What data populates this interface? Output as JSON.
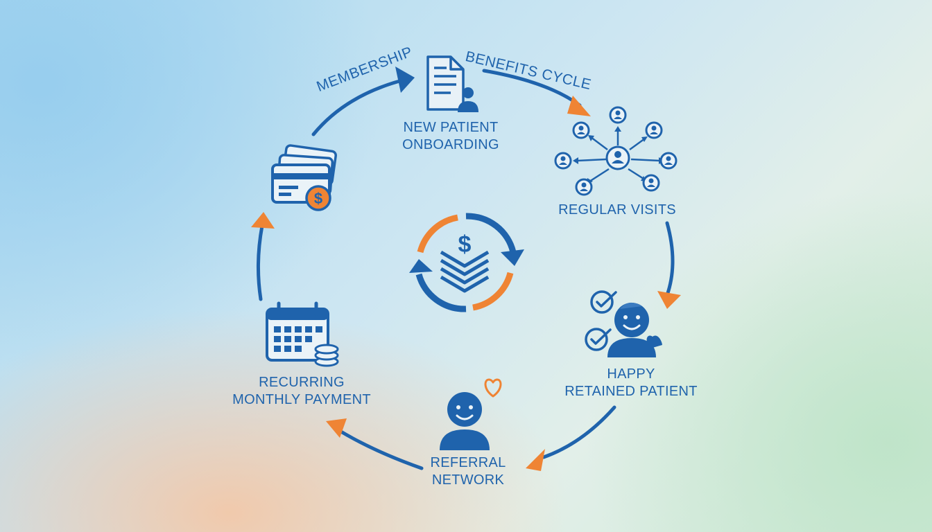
{
  "cycle": {
    "title_left": "MEMBERSHIP",
    "title_right": "BENEFITS CYCLE",
    "steps": [
      {
        "id": "onboarding",
        "lines": [
          "NEW PATIENT",
          "ONBOARDING"
        ],
        "icon": "document-patient-icon"
      },
      {
        "id": "visits",
        "lines": [
          "REGULAR VISITS"
        ],
        "icon": "patient-network-icon"
      },
      {
        "id": "happy",
        "lines": [
          "HAPPY",
          "RETAINED PATIENT"
        ],
        "icon": "happy-patient-icon"
      },
      {
        "id": "referral",
        "lines": [
          "REFERRAL",
          "NETWORK"
        ],
        "icon": "referral-person-icon"
      },
      {
        "id": "recurring",
        "lines": [
          "RECURRING",
          "MONTHLY PAYMENT"
        ],
        "icon": "calendar-coins-icon"
      },
      {
        "id": "payment",
        "lines": [],
        "icon": "credit-card-dollar-icon"
      }
    ],
    "center_icon": "recurring-revenue-icon",
    "center_symbol": "$",
    "card_symbol": "$"
  },
  "colors": {
    "primary": "#1f63ac",
    "accent": "#ef8434"
  }
}
